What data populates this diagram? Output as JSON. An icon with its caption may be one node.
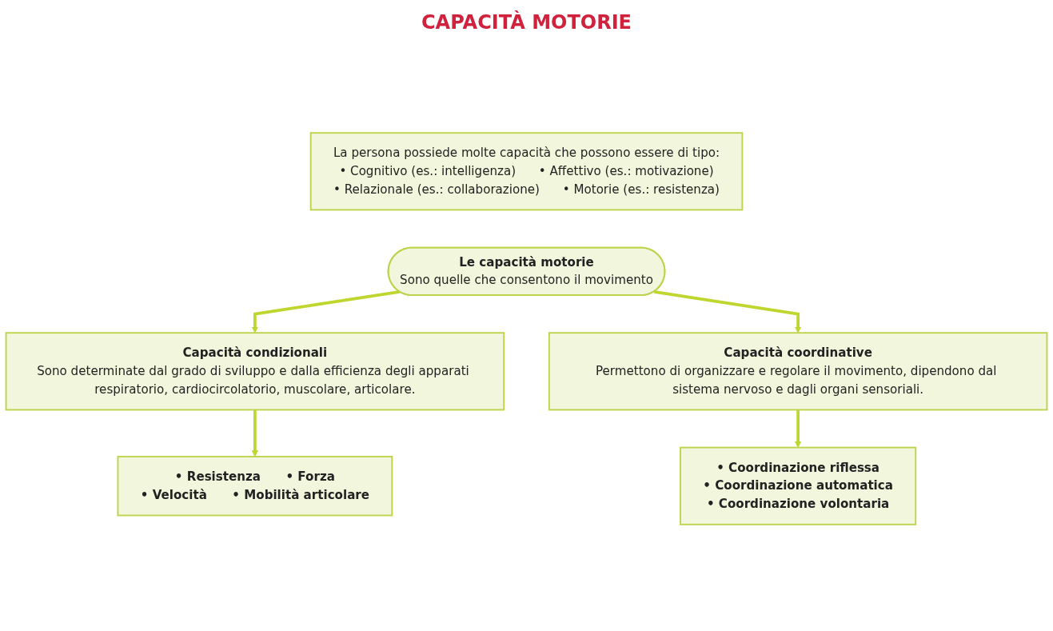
{
  "diagram": {
    "title": "CAPACITÀ MOTORIE",
    "nodes": [
      {
        "text": [
          "La persona possiede molte capacità che possono essere di tipo:",
          "• Cognitivo (es.: intelligenza)",
          "• Affettivo (es.: motivazione)",
          "• Relazionale (es.: collaborazione)",
          "• Motorie (es.: resistenza)"
        ]
      },
      {
        "text": [
          "Le capacità motorie",
          "Sono quelle che consentono il movimento"
        ]
      },
      {
        "text": [
          "Capacità condizionali",
          "Sono determinate dal grado di sviluppo e dalla efficienza degli apparati respiratorio, cardiocircolatorio, muscolare, articolare."
        ]
      },
      {
        "text": [
          "Capacità coordinative",
          "Permettono di organizzare e regolare il movimento, dipendono dal sistema nervoso e dagli organi sensoriali."
        ]
      },
      {
        "text": [
          "• Resistenza",
          "• Forza",
          "• Velocità",
          "• Mobilità articolare"
        ]
      },
      {
        "text": [
          "• Coordinazione riflessa",
          "• Coordinazione automatica",
          "• Coordinazione volontaria"
        ]
      }
    ],
    "edges": [
      {
        "from": 1,
        "to": 2,
        "arrow": "to"
      },
      {
        "from": 1,
        "to": 3,
        "arrow": "to"
      },
      {
        "from": 2,
        "to": 4,
        "arrow": "to"
      },
      {
        "from": 3,
        "to": 5,
        "arrow": "to"
      }
    ]
  }
}
